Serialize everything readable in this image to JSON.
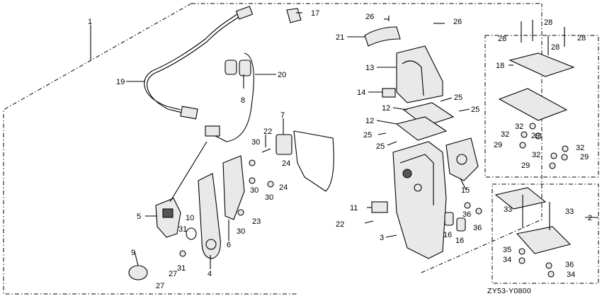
{
  "labels": {
    "l1": "1",
    "l2": "2",
    "l3": "3",
    "l4": "4",
    "l5": "5",
    "l6": "6",
    "l7": "7",
    "l8": "8",
    "l9": "9",
    "l10": "10",
    "l11": "11",
    "l12": "12",
    "l13": "13",
    "l14": "14",
    "l15": "15",
    "l16": "16",
    "l17": "17",
    "l18": "18",
    "l19": "19",
    "l20": "20",
    "l21": "21",
    "l22": "22",
    "l23": "23",
    "l24": "24",
    "l25": "25",
    "l26": "26",
    "l27": "27",
    "l28": "28",
    "l29": "29",
    "l30": "30",
    "l31": "31",
    "l32": "32",
    "l33": "33",
    "l34": "34",
    "l35": "35",
    "l36": "36"
  },
  "diagram_code": "ZY53-Y0800"
}
